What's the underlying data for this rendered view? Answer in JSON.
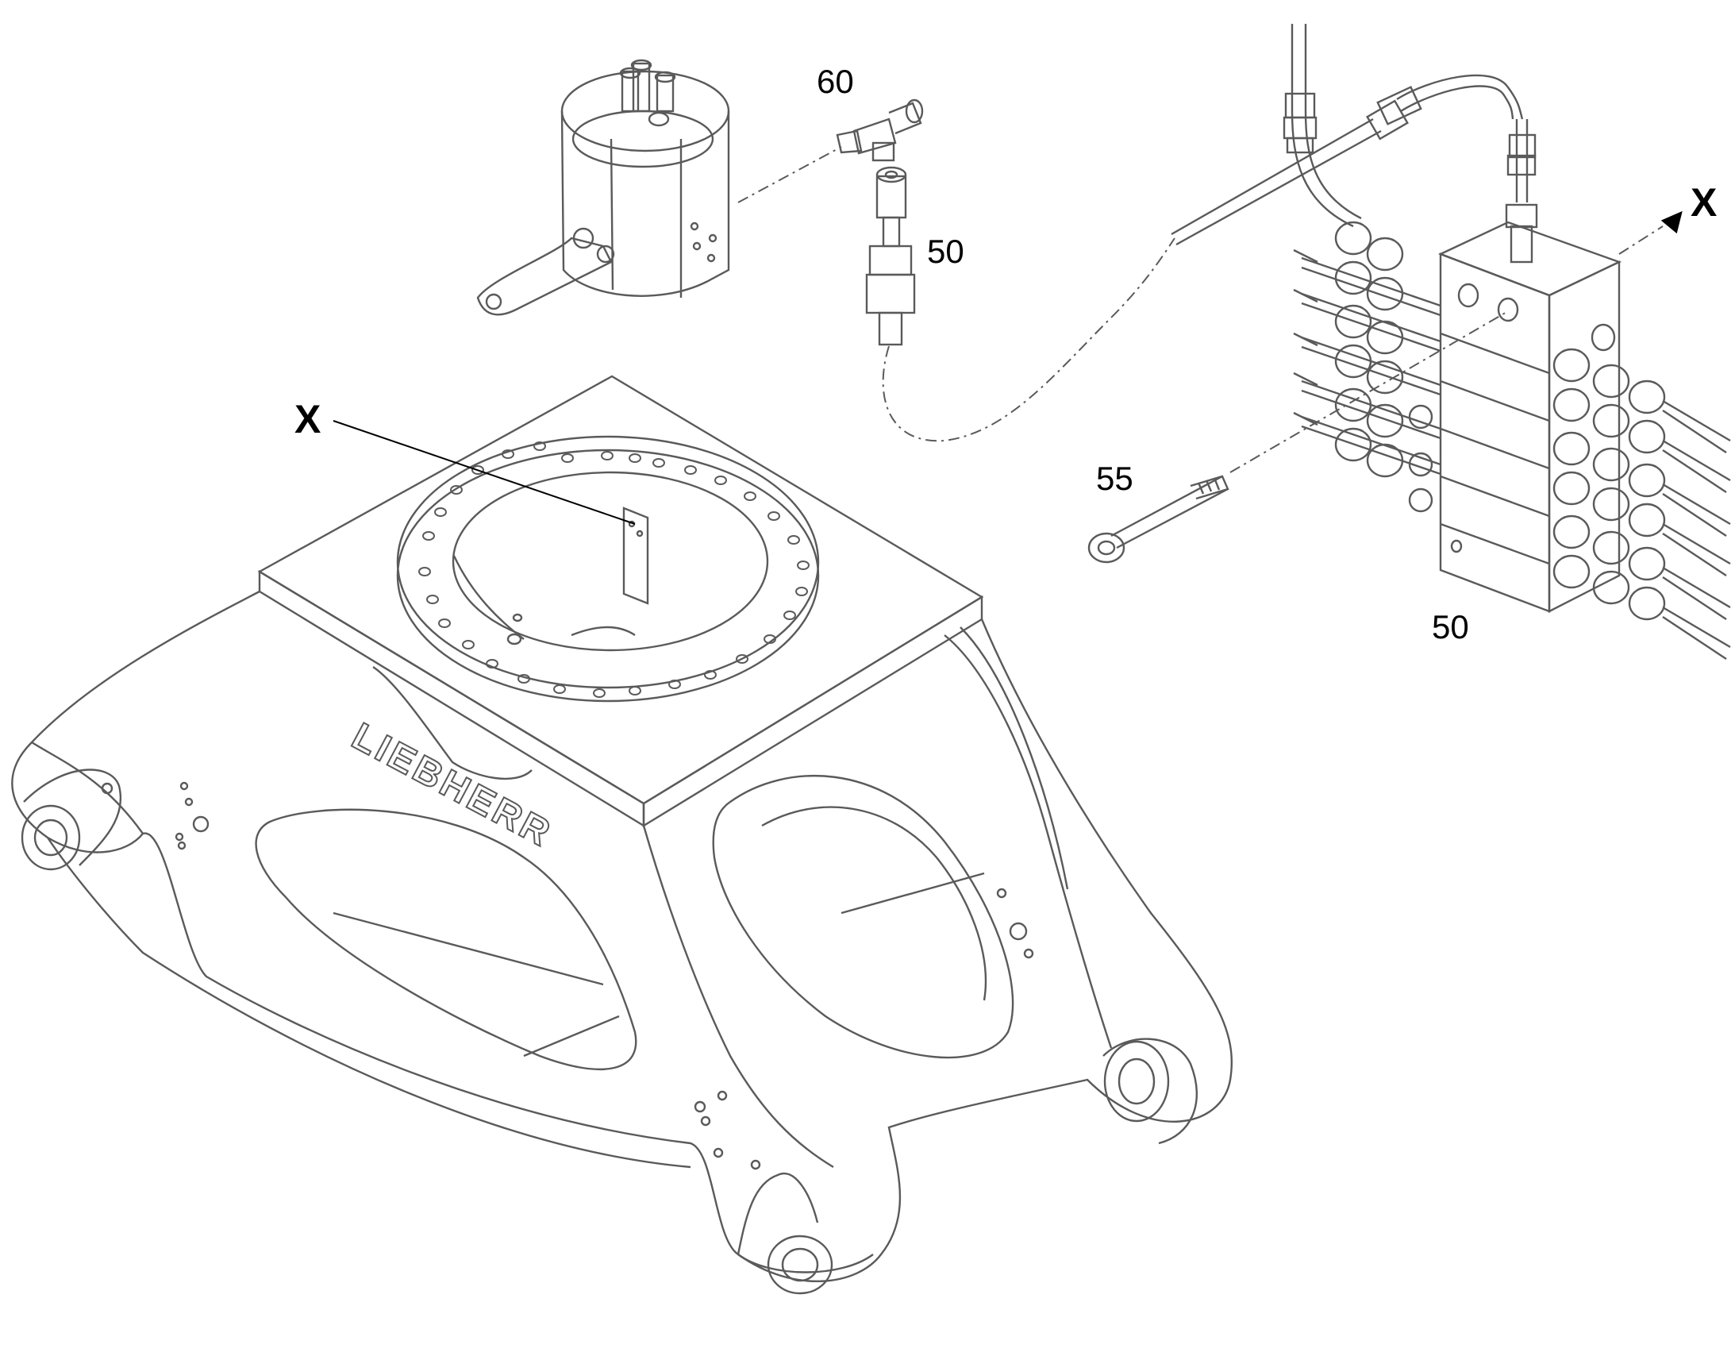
{
  "callouts": {
    "part_60": "60",
    "part_50_upper": "50",
    "part_55": "55",
    "part_50_lower": "50",
    "detail_x_left": "X",
    "detail_x_right": "X"
  },
  "brand": {
    "logo_text": "LIEBHERR"
  },
  "colors": {
    "line": "#5a5a5a",
    "ink": "#000000",
    "background": "#ffffff"
  }
}
